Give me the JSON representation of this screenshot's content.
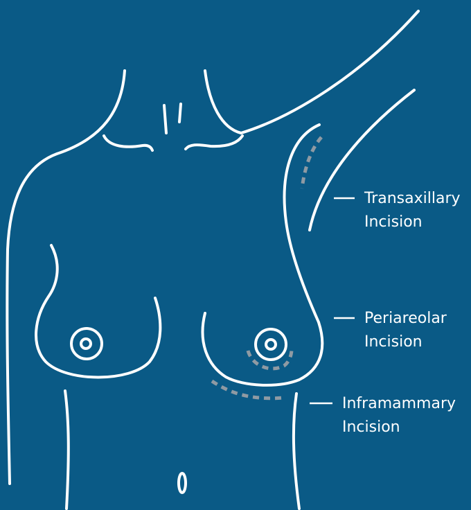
{
  "labels": {
    "transaxillary": {
      "line1": "Transaxillary",
      "line2": "Incision"
    },
    "periareolar": {
      "line1": "Periareolar",
      "line2": "Incision"
    },
    "inframammary": {
      "line1": "Inframammary",
      "line2": "Incision"
    }
  },
  "colors": {
    "background": "#0a5a86",
    "outline": "#ffffff",
    "incision": "#8f9aa3"
  }
}
